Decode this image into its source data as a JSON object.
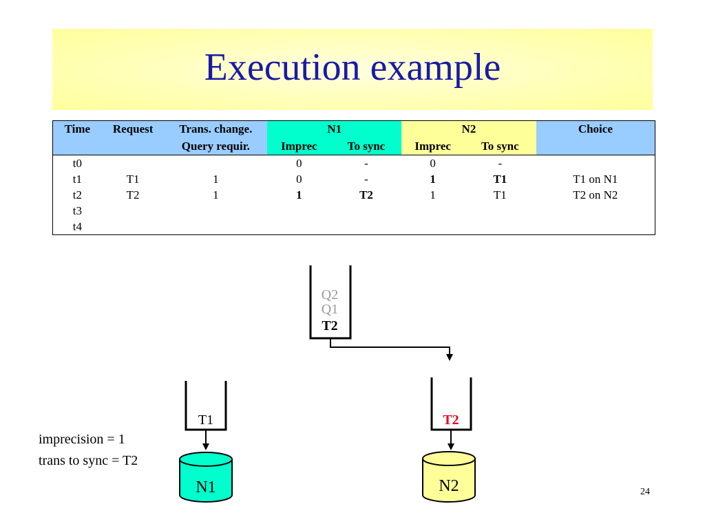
{
  "title": "Execution example",
  "table": {
    "header1": [
      "Time",
      "Request",
      "Trans. change.",
      "N1",
      "N2",
      "Choice"
    ],
    "header2": [
      "",
      "",
      "Query requir.",
      "Imprec",
      "To sync",
      "Imprec",
      "To sync",
      ""
    ],
    "rows": [
      [
        "t0",
        "",
        "",
        "0",
        "-",
        "0",
        "-",
        ""
      ],
      [
        "t1",
        "T1",
        "1",
        "0",
        "-",
        "1",
        "T1",
        "T1 on N1"
      ],
      [
        "t2",
        "T2",
        "1",
        "1",
        "T2",
        "1",
        "T1",
        "T2 on N2"
      ],
      [
        "t3",
        "",
        "",
        "",
        "",
        "",
        "",
        ""
      ],
      [
        "t4",
        "",
        "",
        "",
        "",
        "",
        "",
        ""
      ]
    ]
  },
  "colors": {
    "title": "#1a1aa6",
    "n1": "#00ffcc",
    "n2": "#ffff99",
    "header": "#99ccff",
    "highlight": "#e8001c"
  },
  "diagram": {
    "queue_items": [
      "Q2",
      "Q1",
      "T2"
    ],
    "n1_queue": "T1",
    "n2_queue": "T2",
    "n1_node": "N1",
    "n2_node": "N2",
    "imprecision": "imprecision = 1",
    "trans_sync": "trans to sync = T2"
  },
  "page_number": "24"
}
